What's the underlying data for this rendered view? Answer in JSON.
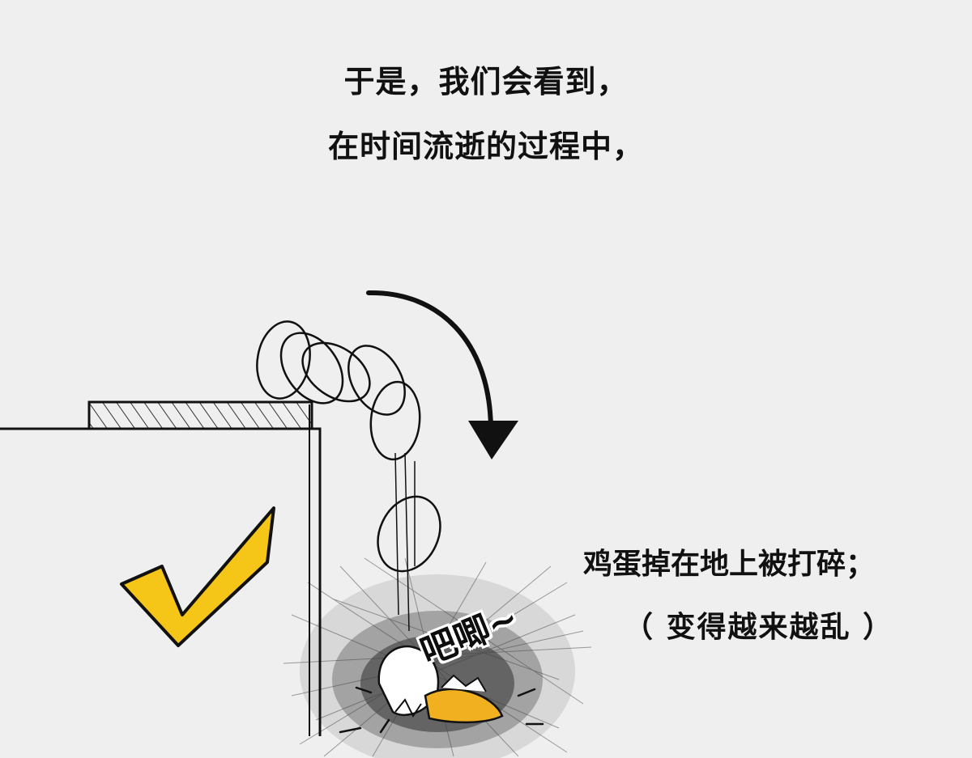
{
  "captions": {
    "line1": "于是，我们会看到，",
    "line2": "在时间流逝的过程中，",
    "line3": "鸡蛋掉在地上被打碎；",
    "line4": "（ 变得越来越乱 ）"
  },
  "sound_effect": "吧唧~",
  "colors": {
    "background": "#efefef",
    "ink": "#111111",
    "checkmark": "#f5c518",
    "yolk": "#f0b020"
  },
  "icons": {
    "checkmark": "checkmark-icon",
    "arrow": "curved-arrow-icon"
  }
}
